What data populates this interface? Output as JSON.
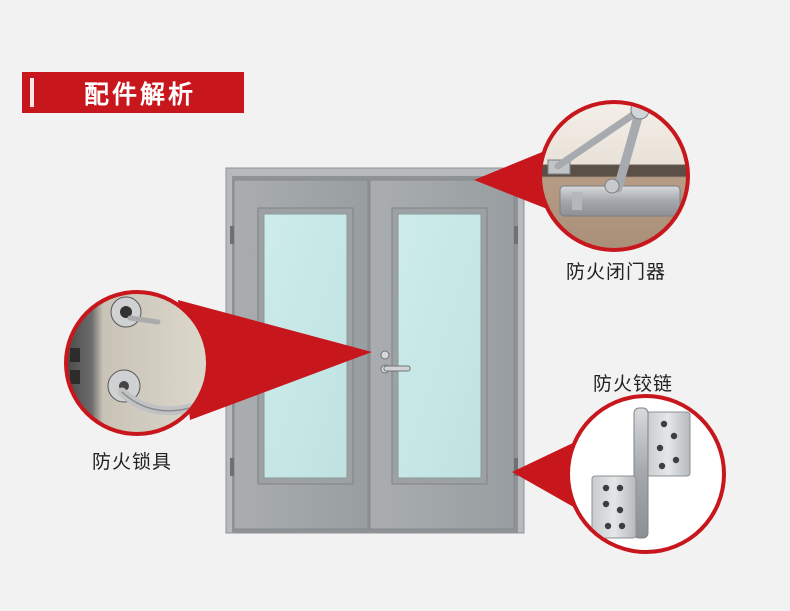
{
  "banner": {
    "title": "配件解析"
  },
  "callouts": {
    "closer": {
      "label": "防火闭门器"
    },
    "hinge": {
      "label": "防火铰链"
    },
    "lock": {
      "label": "防火锁具"
    }
  },
  "colors": {
    "accent_red": "#c8161d",
    "door_gray": "#9ea2a5",
    "glass": "#c4e6e4",
    "background": "#f2f2f2"
  }
}
